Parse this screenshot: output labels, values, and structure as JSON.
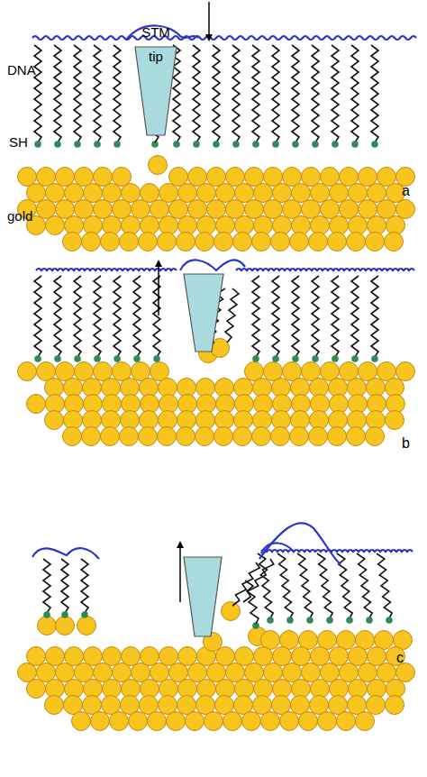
{
  "diagram": {
    "nodes": [
      {
        "text": [
          "STM",
          "tip"
        ]
      }
    ],
    "labels": [
      "DNA",
      "SH",
      "gold",
      "a",
      "b",
      "c"
    ]
  }
}
